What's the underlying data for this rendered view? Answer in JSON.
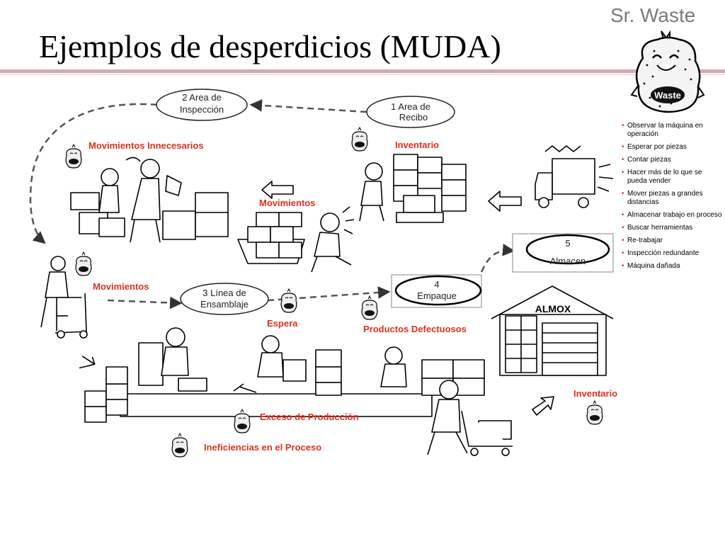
{
  "header": {
    "title": "Ejemplos de desperdicios (MUDA)",
    "brand": "Sr. Waste"
  },
  "mascot": {
    "badge": "Waste"
  },
  "nodes": {
    "inspection": {
      "line1": "2 Area de",
      "line2": "Inspección"
    },
    "receiving": {
      "line1": "1 Area de",
      "line2": "Recibo"
    },
    "assembly": {
      "line1": "3 Línea de",
      "line2": "Ensamblaje"
    },
    "packing": {
      "line1": "4",
      "line2": "Empaque"
    },
    "warehouse": {
      "line1": "5",
      "line2": "Almacen"
    },
    "almox": "ALMOX"
  },
  "waste_labels": {
    "unnecessary_moves": "Movimientos Innecesarios",
    "inventory_top": "Inventario",
    "movements_center": "Movimientos",
    "movements_left": "Movimientos",
    "waiting": "Espera",
    "defects": "Productos Defectuosos",
    "inventory_right": "Inventario",
    "overproduction": "Exceso de Producción",
    "process_inefficiency": "Ineficiencias en el Proceso"
  },
  "bullets": [
    "Observar la máquina en operación",
    "Esperar por piezas",
    "Contar piezas",
    "Hacer más de lo que se pueda vender",
    "Mover piezas a grandes distancias",
    "Almacenar trabajo en proceso",
    "Buscar herramientas",
    "Re-trabajar",
    "Inspección redundante",
    "Máquina dañada"
  ],
  "colors": {
    "accent": "#e0301e",
    "rule": "#d9a6b1",
    "brand": "#7a7a7a"
  }
}
